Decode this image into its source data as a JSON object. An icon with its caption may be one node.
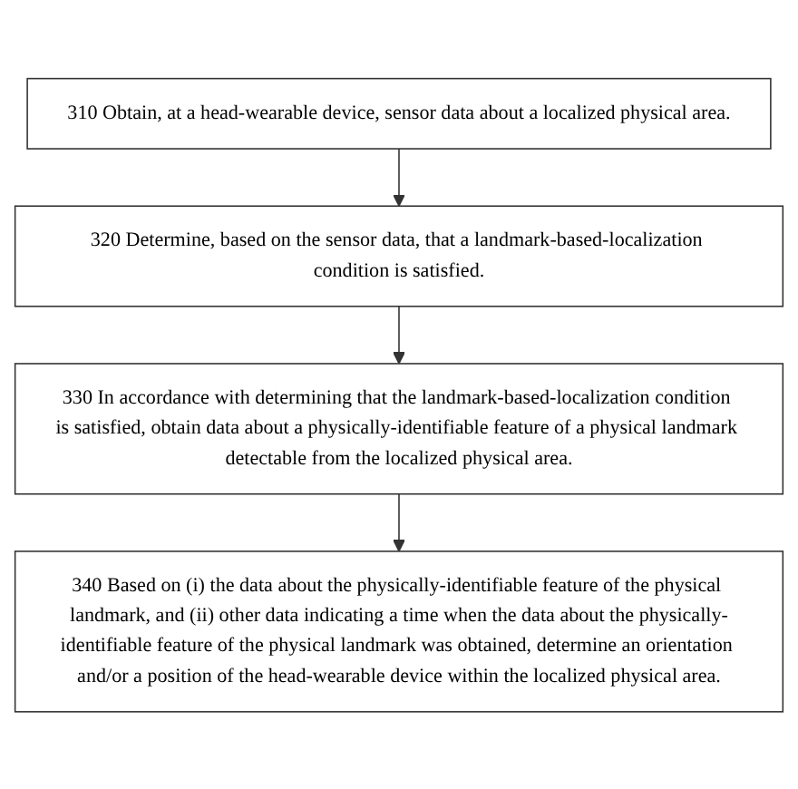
{
  "diagram": {
    "nodes": [
      {
        "text": [
          "310 Obtain, at a head-wearable device, sensor data about a localized physical area."
        ]
      },
      {
        "text": [
          "320 Determine, based on the sensor data, that a landmark-based-localization condition is satisfied."
        ]
      },
      {
        "text": [
          "330 In accordance with determining that the landmark-based-localization condition is satisfied, obtain data about a physically-identifiable feature of a physical landmark detectable from the localized physical area."
        ]
      },
      {
        "text": [
          "340 Based on (i) the data about the physically-identifiable feature of the physical landmark, and (ii) other data indicating a time when the data about the physically-identifiable feature of the physical landmark was obtained, determine an orientation and/or a position of the head-wearable device within the localized physical area."
        ]
      }
    ],
    "edges": [
      {
        "from": 0,
        "to": 1,
        "arrow": "to"
      },
      {
        "from": 1,
        "to": 2,
        "arrow": "to"
      },
      {
        "from": 2,
        "to": 3,
        "arrow": "to"
      }
    ]
  }
}
